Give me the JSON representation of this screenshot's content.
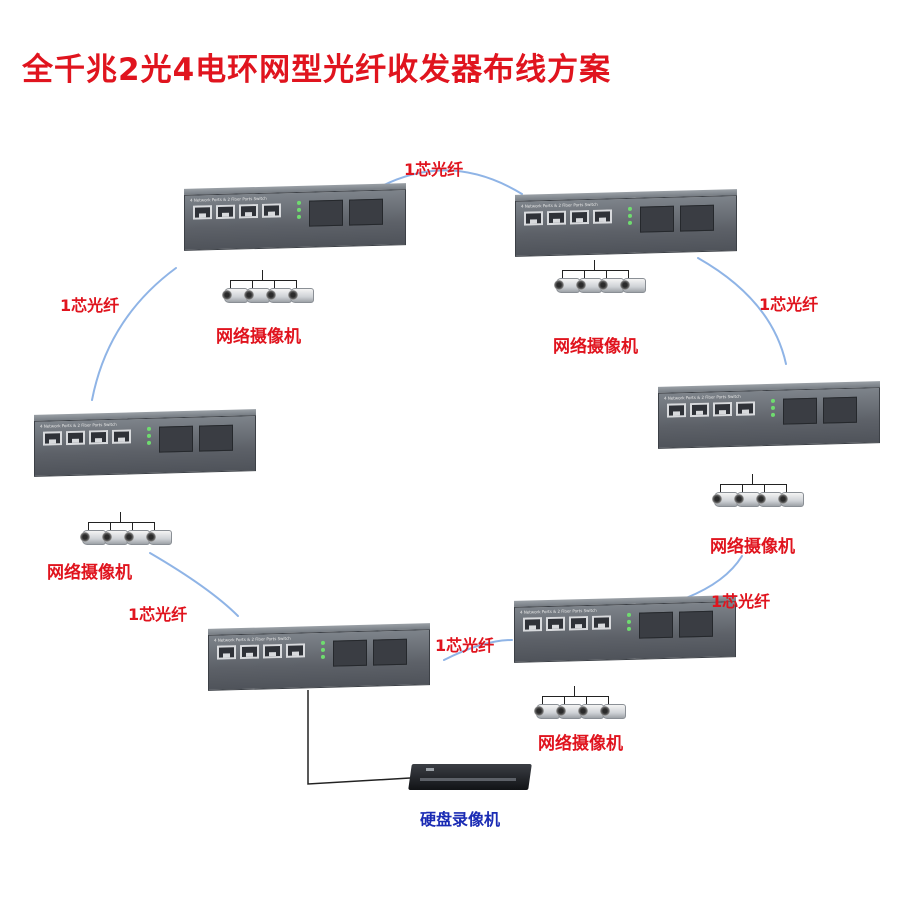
{
  "title": "全千兆2光4电环网型光纤收发器布线方案",
  "colors": {
    "title": "#e0141e",
    "label_red": "#e0141e",
    "label_blue": "#1a2bb4",
    "fiber_line": "#8fb4e6"
  },
  "fiber_labels": [
    "1芯光纤",
    "1芯光纤",
    "1芯光纤",
    "1芯光纤",
    "1芯光纤",
    "1芯光纤"
  ],
  "camera_labels": [
    "网络摄像机",
    "网络摄像机",
    "网络摄像机",
    "网络摄像机",
    "网络摄像机"
  ],
  "nvr_label": "硬盘录像机",
  "switch_face_text": "4 Network Ports & 2 Fiber Ports Switch"
}
